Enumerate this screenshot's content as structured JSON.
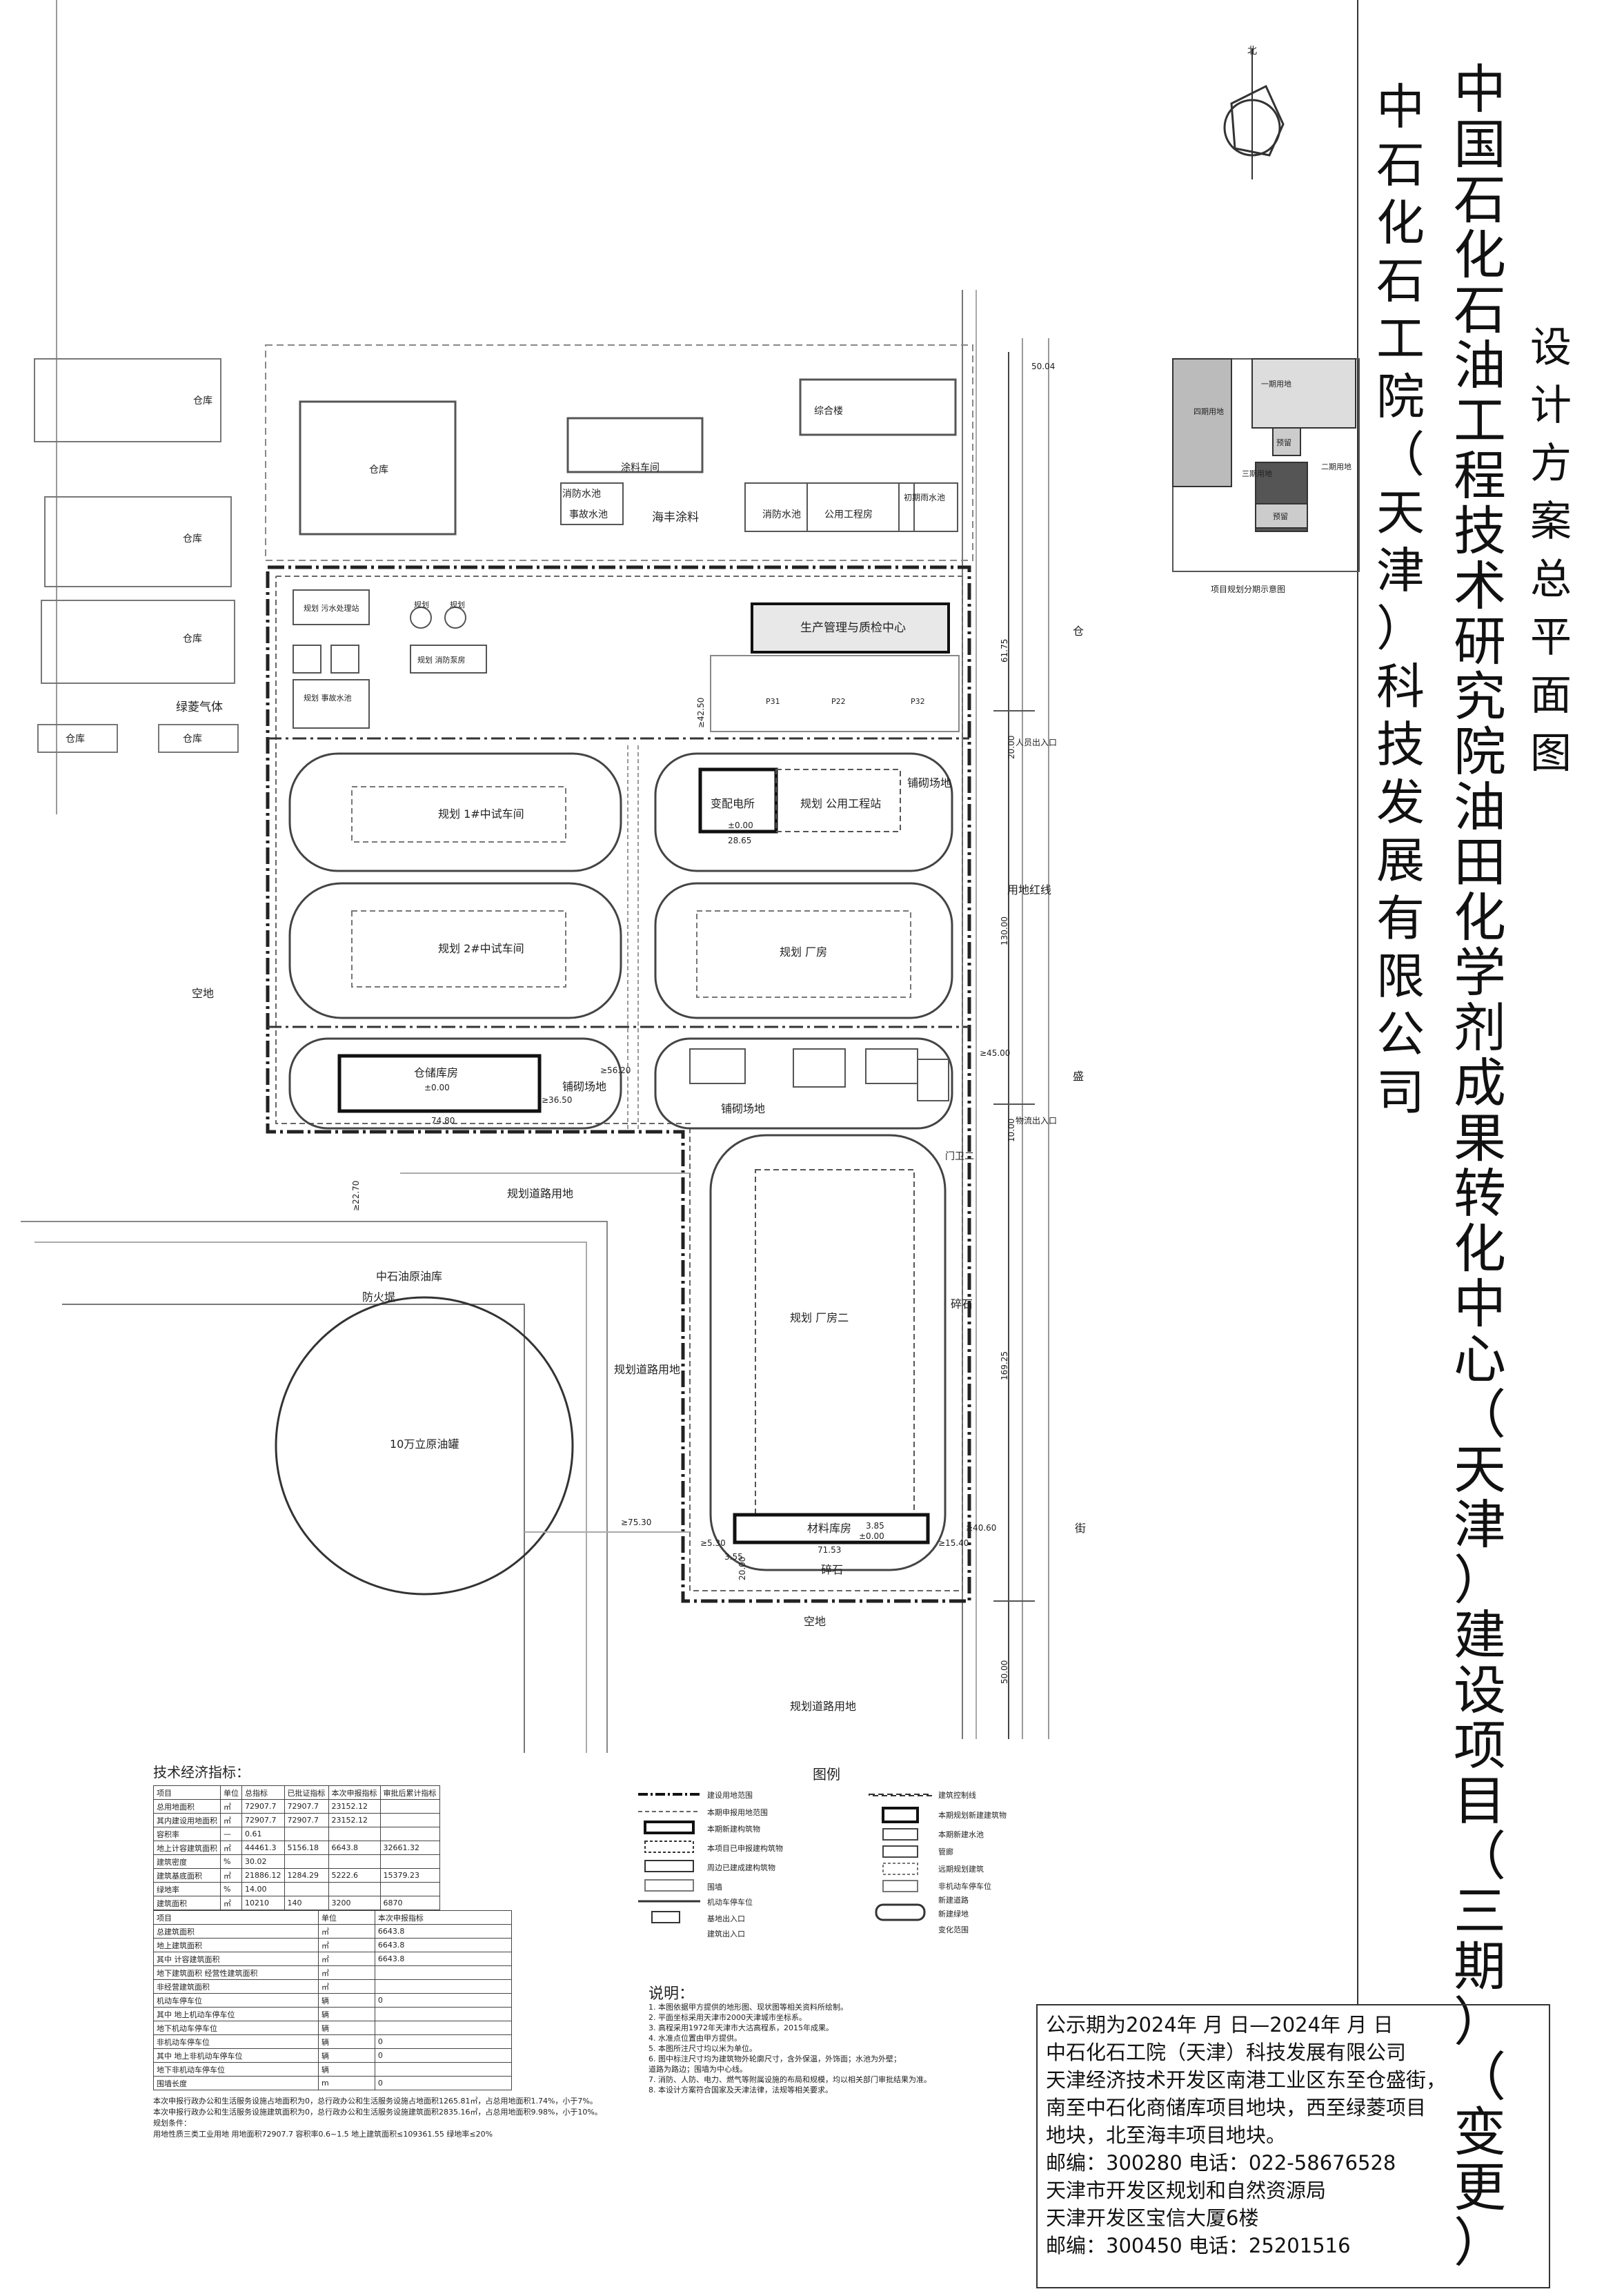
{
  "title": {
    "main": "中国石化石油工程技术研究院油田化学剂成果转化中心（天津）建设项目（三期）（变更）",
    "sub": "中石化石工院（天津）科技发展有限公司",
    "doc": "设计方案总平面图"
  },
  "compass": {
    "label": "北"
  },
  "phase_diagram": {
    "caption": "项目规划分期示意图",
    "labels": [
      "一期用地",
      "四期用地",
      "预留",
      "三期用地",
      "二期用地",
      "预留"
    ]
  },
  "site": {
    "buildings": {
      "warehouse_a": "仓库",
      "warehouse_b": "仓库",
      "warehouse_c": "仓库",
      "warehouse_d": "仓库",
      "warehouse_main": "仓库",
      "warehouse_small1": "仓库",
      "warehouse_small2": "仓库",
      "coating_shop": "涂料车间",
      "comprehensive": "综合楼",
      "fire_pool1": "消防水池",
      "accident_pool": "事故水池",
      "haifeng": "海丰涂料",
      "fire_pool2": "消防水池",
      "utility": "公用工程房",
      "initial_rain": "初期雨水池",
      "lvling": "绿菱气体",
      "sewage": "规划 污水处理站",
      "tank1": "规划",
      "tank2": "规划",
      "fire_tank": "规划 消防泵房",
      "accident_tank": "规划 事故水池",
      "prod_center": "生产管理与质检中心",
      "workshop1": "规划  1#中试车间",
      "workshop2": "规划  2#中试车间",
      "substation": "变配电所",
      "utility_station": "规划  公用工程站",
      "plant": "规划  厂房",
      "storage": "仓储库房",
      "plant2": "规划  厂房二",
      "material": "材料库房",
      "oil_tank": "10万立原油罐",
      "oil_depot": "中石油原油库",
      "firewall": "防火堤"
    },
    "areas": {
      "paved1": "铺砌场地",
      "paved2": "铺砌场地",
      "paved3": "铺砌场地",
      "empty1": "空地",
      "empty2": "空地",
      "road1": "规划道路用地",
      "road2": "规划道路用地",
      "road3": "规划道路用地",
      "gravel1": "碎石",
      "gravel2": "碎石",
      "redline": "用地红线",
      "gate1": "人员出入口",
      "gate2": "物流出入口",
      "gate3": "门卫二",
      "street1": "仓",
      "street2": "盛",
      "street3": "街"
    },
    "dims": {
      "d1": "50.04",
      "d2": "61.75",
      "d3": "130.00",
      "d4": "169.25",
      "d5": "50.00",
      "d6": "≥42.50",
      "d7": "≥22.70",
      "d8": "≥75.30",
      "d9": "≥56.20",
      "d10": "≥36.50",
      "d11": "≥45.00",
      "d12": "≥40.60",
      "d13": "74.80",
      "d14": "28.65",
      "d15": "71.53",
      "d16": "±0.00",
      "d17": "±0.00",
      "d18": "±0.00",
      "d19": "≥15.40",
      "d20": "≥5.30",
      "d21": "3.55",
      "d22": "20.00",
      "d23": "10.00",
      "d24": "20.00",
      "d25": "3.85"
    },
    "parking": [
      "P31",
      "P22",
      "P32"
    ]
  },
  "legend": {
    "title": "图例",
    "items": [
      "建设用地范围",
      "建筑控制线",
      "本期申报用地范围",
      "本期规划新建建筑物",
      "本期新建构筑物",
      "本期新建水池",
      "本项目已申报建构筑物",
      "管廊",
      "周边已建成建构筑物",
      "远期规划建筑",
      "围墙",
      "非机动车停车位",
      "机动车停车位",
      "新建道路",
      "基地出入口",
      "新建绿地",
      "建筑出入口",
      "变化范围"
    ]
  },
  "tech": {
    "title": "技术经济指标：",
    "header": [
      "项目",
      "单位",
      "总指标",
      "已批证指标",
      "本次申报指标",
      "审批后累计指标"
    ],
    "rows": [
      [
        "总用地面积",
        "㎡",
        "72907.7",
        "72907.7",
        "23152.12",
        ""
      ],
      [
        "其内建设用地面积",
        "㎡",
        "72907.7",
        "72907.7",
        "23152.12",
        ""
      ],
      [
        "容积率",
        "—",
        "0.61",
        "",
        "",
        ""
      ],
      [
        "地上计容建筑面积",
        "㎡",
        "44461.3",
        "5156.18",
        "6643.8",
        "32661.32"
      ],
      [
        "建筑密度",
        "%",
        "30.02",
        "",
        "",
        ""
      ],
      [
        "建筑基底面积",
        "㎡",
        "21886.12",
        "1284.29",
        "5222.6",
        "15379.23"
      ],
      [
        "绿地率",
        "%",
        "14.00",
        "",
        "",
        ""
      ],
      [
        "建筑面积",
        "㎡",
        "10210",
        "140",
        "3200",
        "6870"
      ]
    ],
    "sub_header": [
      "项目",
      "单位",
      "本次申报指标"
    ],
    "sub_rows": [
      [
        "总建筑面积",
        "㎡",
        "6643.8"
      ],
      [
        "地上建筑面积",
        "㎡",
        "6643.8"
      ],
      [
        "其中 计容建筑面积",
        "㎡",
        "6643.8"
      ],
      [
        "地下建筑面积 经营性建筑面积",
        "㎡",
        ""
      ],
      [
        "非经营建筑面积",
        "㎡",
        ""
      ],
      [
        "机动车停车位",
        "辆",
        "0"
      ],
      [
        "其中 地上机动车停车位",
        "辆",
        ""
      ],
      [
        "地下机动车停车位",
        "辆",
        ""
      ],
      [
        "非机动车停车位",
        "辆",
        "0"
      ],
      [
        "其中 地上非机动车停车位",
        "辆",
        "0"
      ],
      [
        "地下非机动车停车位",
        "辆",
        ""
      ],
      [
        "围墙长度",
        "m",
        "0"
      ]
    ],
    "footnotes": [
      "本次申报行政办公和生活服务设施占地面积为0，总行政办公和生活服务设施占地面积1265.81㎡，占总用地面积1.74%，小于7%。",
      "本次申报行政办公和生活服务设施建筑面积为0，总行政办公和生活服务设施建筑面积2835.16㎡，占总用地面积9.98%，小于10%。",
      "规划条件：",
      "用地性质三类工业用地   用地面积72907.7   容积率0.6~1.5   地上建筑面积≤109361.55   绿地率≤20%"
    ]
  },
  "notes": {
    "title": "说明：",
    "lines": [
      "1. 本图依据甲方提供的地形图、现状图等相关资料所绘制。",
      "2. 平面坐标采用天津市2000天津城市坐标系。",
      "3. 高程采用1972年天津市大沽高程系，2015年成果。",
      "4. 水准点位置由甲方提供。",
      "5. 本图所注尺寸均以米为单位。",
      "6. 图中标注尺寸均为建筑物外轮廓尺寸，含外保温，外饰面；水池为外壁；",
      "   道路为路边；围墙为中心线。",
      "7. 消防、人防、电力、燃气等附属设施的布局和规模，均以相关部门审批结果为准。",
      "8. 本设计方案符合国家及天津法律，法规等相关要求。"
    ]
  },
  "info": {
    "lines": [
      "公示期为2024年   月   日—2024年   月   日",
      "中石化石工院（天津）科技发展有限公司",
      "天津经济技术开发区南港工业区东至仓盛街，",
      "南至中石化商储库项目地块，西至绿菱项目",
      "地块，北至海丰项目地块。",
      "邮编：300280   电话：022-58676528",
      "天津市开发区规划和自然资源局",
      "天津开发区宝信大厦6楼",
      "邮编：300450   电话：25201516"
    ]
  }
}
